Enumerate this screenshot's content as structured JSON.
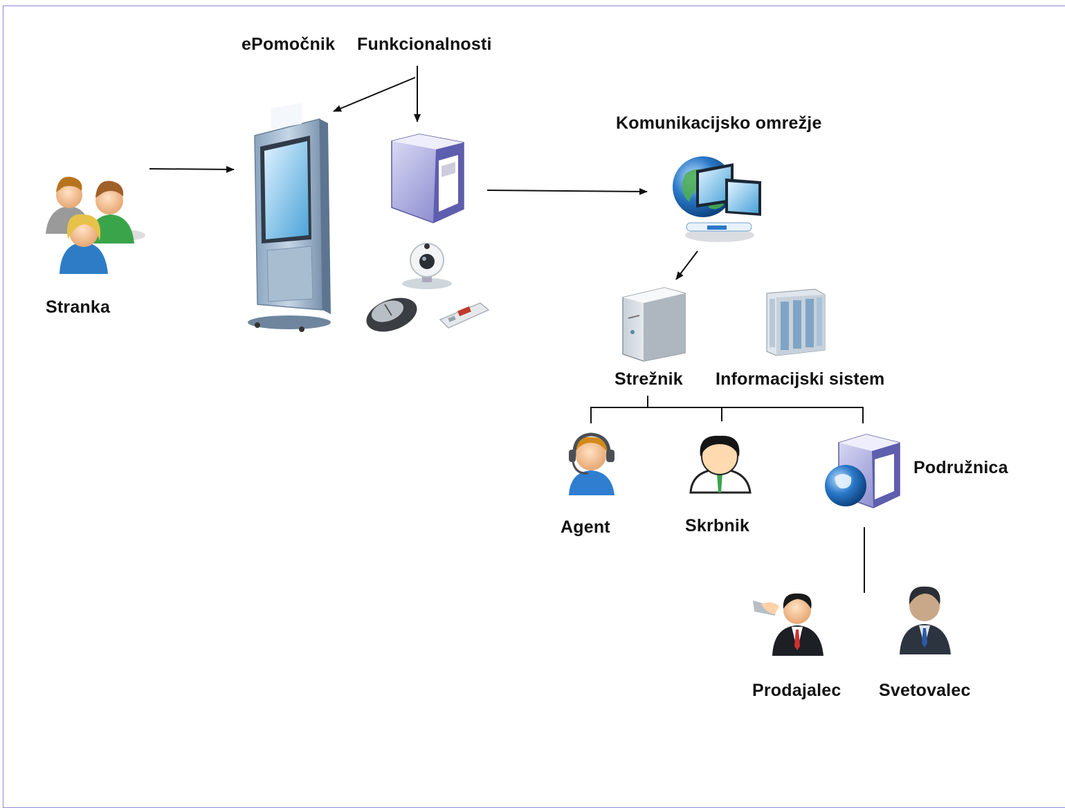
{
  "labels": {
    "epomocnik": "ePomočnik",
    "funkcionalnosti": "Funkcionalnosti",
    "komunikacijsko": "Komunikacijsko omrežje",
    "stranka": "Stranka",
    "streznik": "Strežnik",
    "informacijski": "Informacijski sistem",
    "podruznica": "Podružnica",
    "agent": "Agent",
    "skrbnik": "Skrbnik",
    "prodajalec": "Prodajalec",
    "svetovalec": "Svetovalec"
  },
  "icons": [
    "users-group-icon",
    "kiosk-icon",
    "pc-tower-icon",
    "webcam-icon",
    "mouse-icon",
    "remote-control-icon",
    "network-globe-icon",
    "server-icon",
    "server-rack-icon",
    "agent-headset-icon",
    "admin-user-icon",
    "branch-server-globe-icon",
    "salesman-handshake-icon",
    "consultant-icon"
  ],
  "colors": {
    "border": "#8a8ad6",
    "line": "#111111"
  }
}
